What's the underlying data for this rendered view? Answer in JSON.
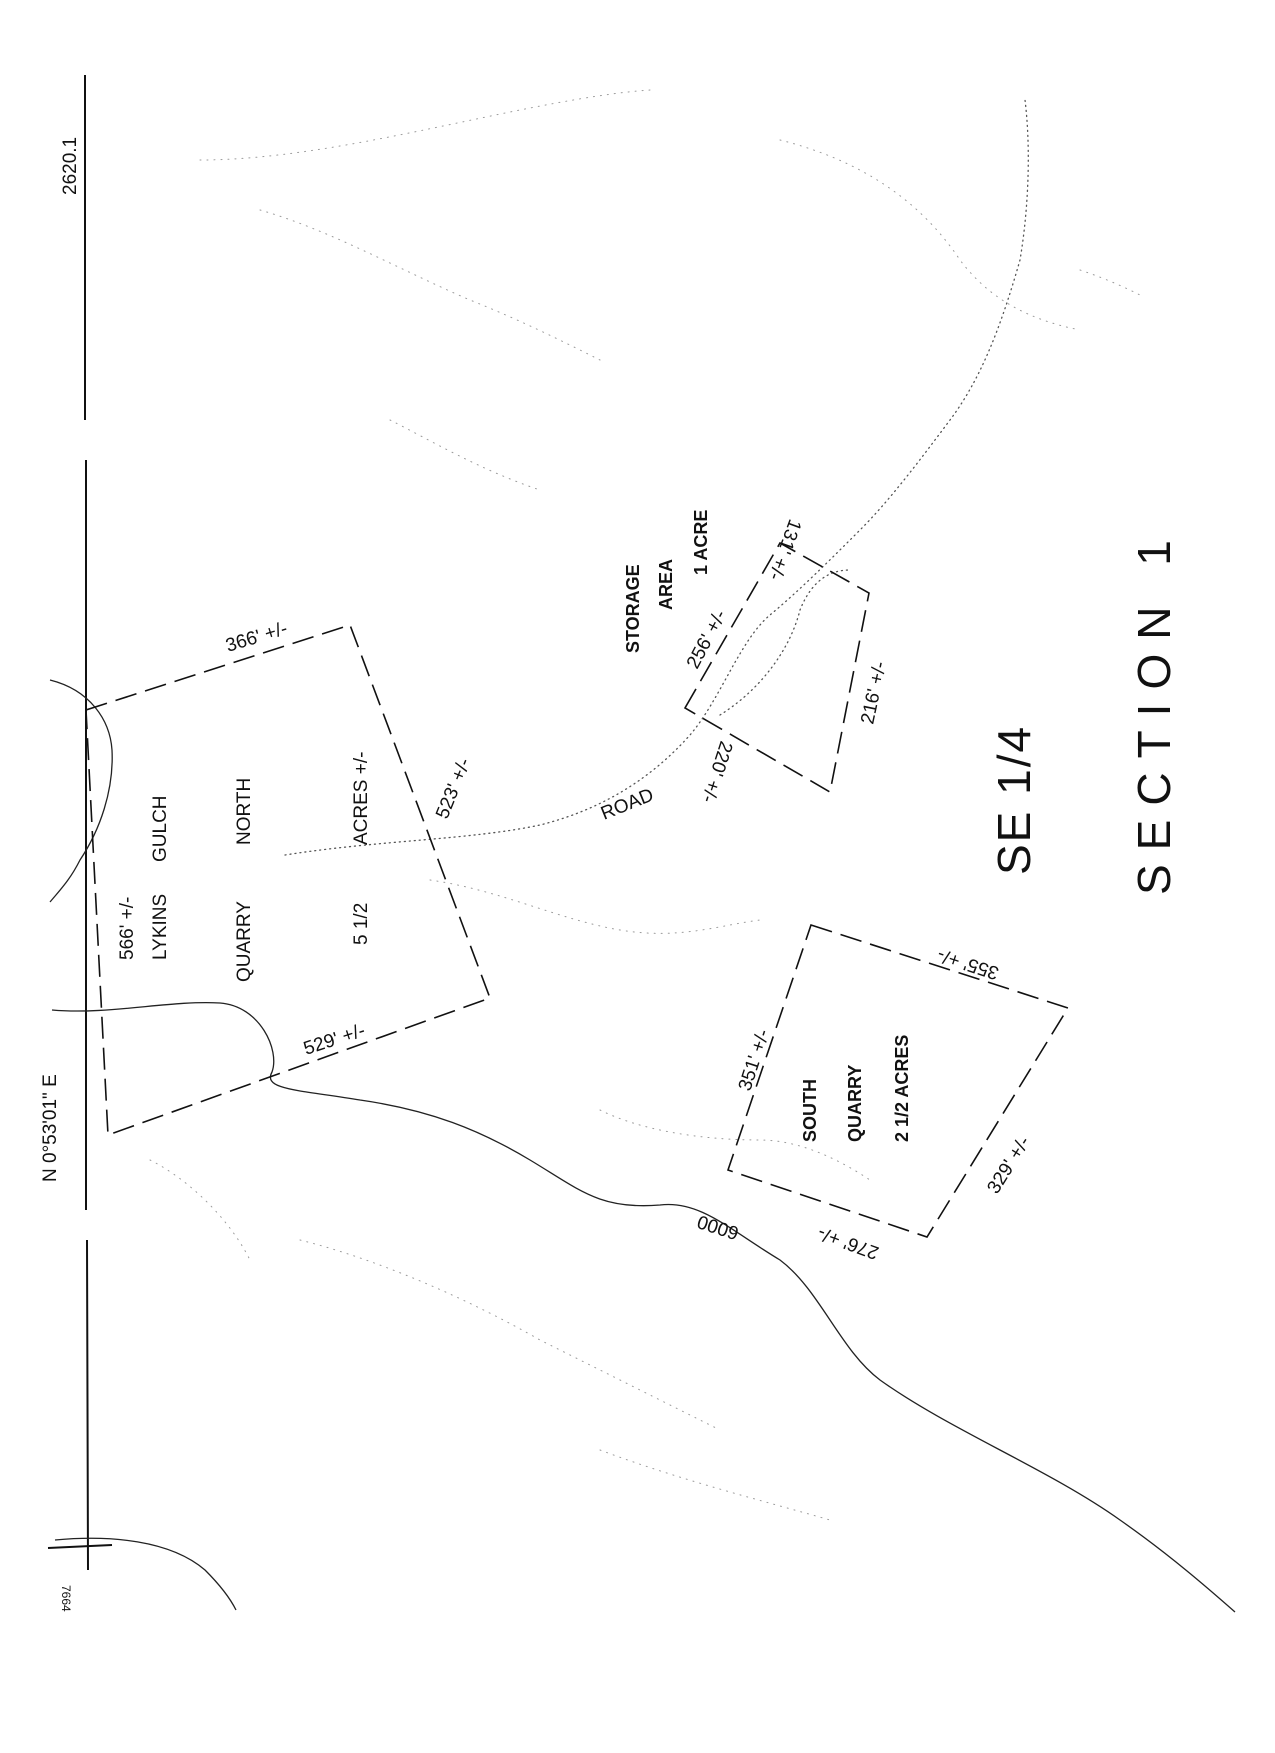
{
  "map": {
    "corner_number_top": "2620.1",
    "corner_number_bottom": "7664",
    "bearing": "N 0°53'01\" E",
    "lykins_gulch": {
      "name_line1": "LYKINS",
      "name_line2": "GULCH",
      "name_line3": "QUARRY",
      "name_line4": "NORTH",
      "area_line1": "5 1/2",
      "area_line2": "ACRES +/-",
      "dim_left": "566' +/-",
      "dim_top": "366' +/-",
      "dim_right": "523' +/-",
      "dim_bottom": "529' +/-"
    },
    "storage_area": {
      "name_line1": "STORAGE",
      "name_line2": "AREA",
      "area": "1 ACRE",
      "dim_left": "256' +/-",
      "dim_top_right": "131' +/-",
      "dim_right": "216' +/-",
      "dim_bottom": "220' +/-"
    },
    "road_label": "ROAD",
    "south_quarry": {
      "name_line1": "SOUTH",
      "name_line2": "QUARRY",
      "area": "2 1/2 ACRES",
      "dim_left": "351' +/-",
      "dim_top": "355' +/-",
      "dim_right": "329' +/-",
      "dim_bottom": "276' +/-"
    },
    "contour_label": "6000",
    "quarter_label": "SE 1/4",
    "section_label": "SECTION 1"
  }
}
